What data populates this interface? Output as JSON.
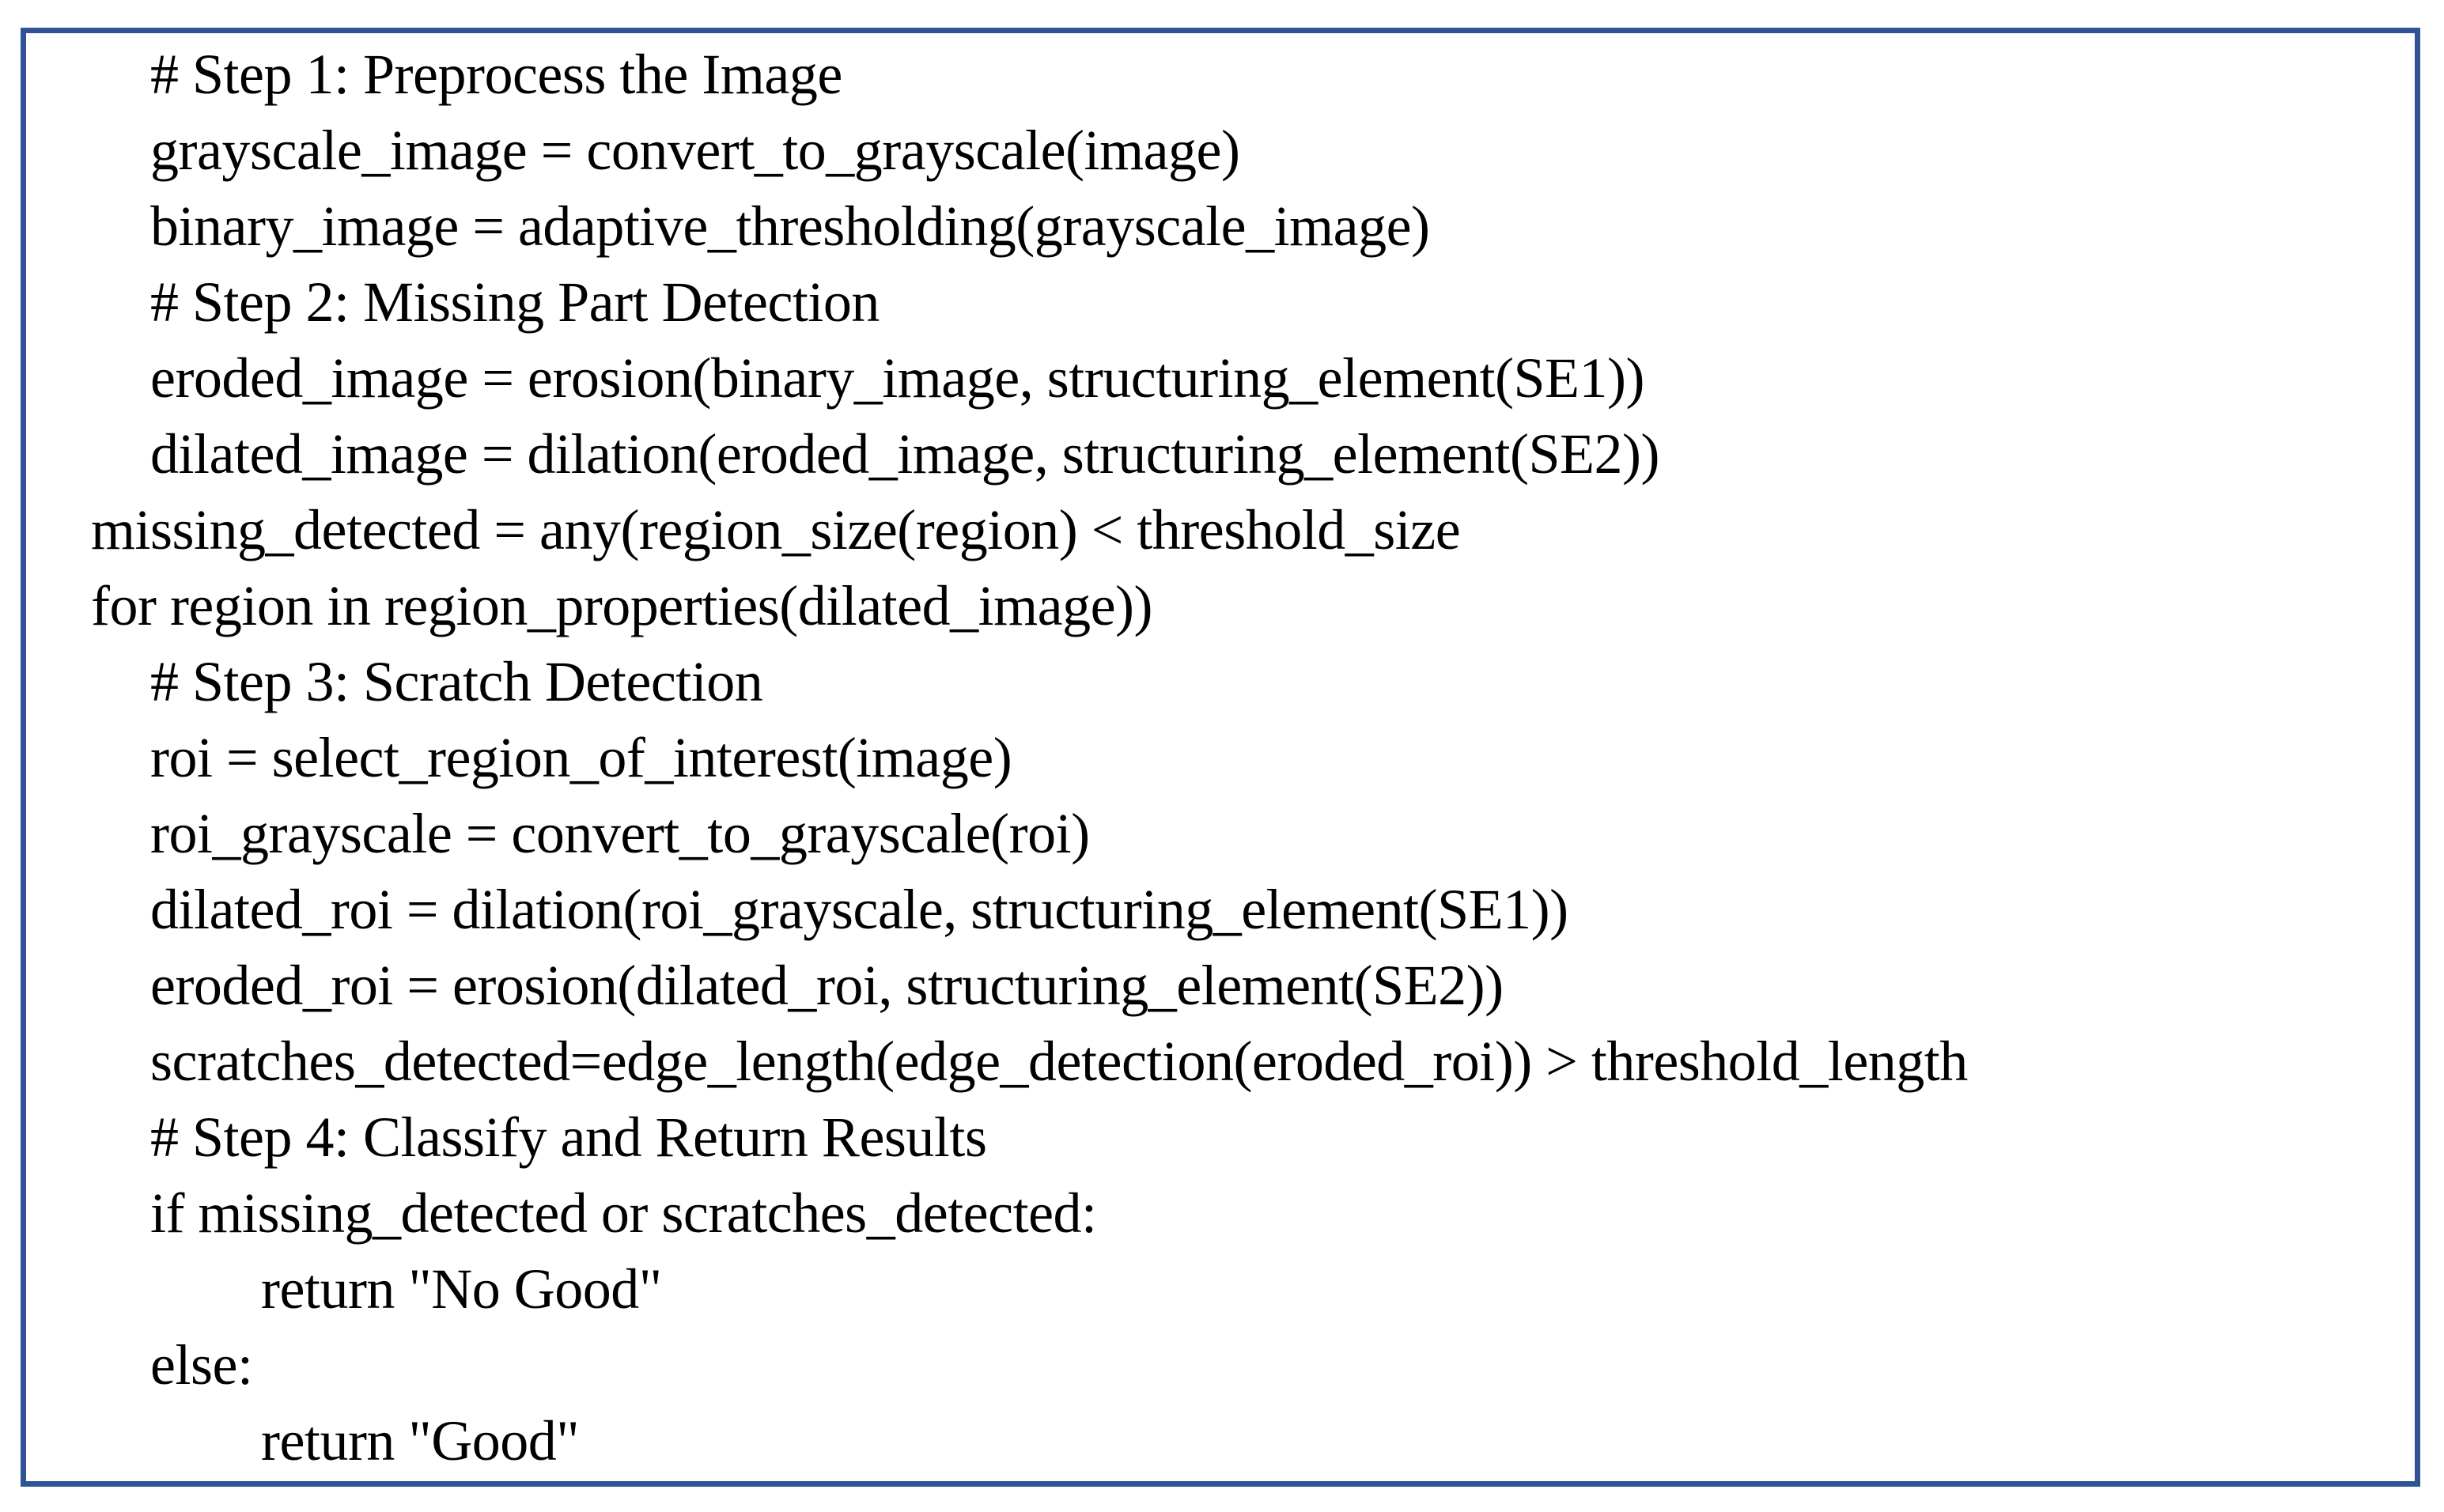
{
  "document": {
    "kind": "pseudocode-listing",
    "accent_border_color": "#2f5496",
    "text_color": "#000000",
    "background_color": "#ffffff",
    "code": {
      "lines": [
        {
          "indent": 1,
          "text": "# Step 1: Preprocess the Image"
        },
        {
          "indent": 1,
          "text": "grayscale_image = convert_to_grayscale(image)"
        },
        {
          "indent": 1,
          "text": "binary_image = adaptive_thresholding(grayscale_image)"
        },
        {
          "indent": 1,
          "text": "# Step 2: Missing Part Detection"
        },
        {
          "indent": 1,
          "text": "eroded_image = erosion(binary_image, structuring_element(SE1))"
        },
        {
          "indent": 1,
          "text": "dilated_image = dilation(eroded_image, structuring_element(SE2))"
        },
        {
          "indent": 0,
          "text": "missing_detected = any(region_size(region) < threshold_size"
        },
        {
          "indent": 0,
          "text": "for region in region_properties(dilated_image))"
        },
        {
          "indent": 1,
          "text": "# Step 3: Scratch Detection"
        },
        {
          "indent": 1,
          "text": "roi = select_region_of_interest(image)"
        },
        {
          "indent": 1,
          "text": "roi_grayscale = convert_to_grayscale(roi)"
        },
        {
          "indent": 1,
          "text": "dilated_roi = dilation(roi_grayscale, structuring_element(SE1))"
        },
        {
          "indent": 1,
          "text": "eroded_roi = erosion(dilated_roi, structuring_element(SE2))"
        },
        {
          "indent": 1,
          "text": "scratches_detected=edge_length(edge_detection(eroded_roi)) > threshold_length"
        },
        {
          "indent": 1,
          "text": "# Step 4: Classify and Return Results"
        },
        {
          "indent": 1,
          "text": "if missing_detected or scratches_detected:"
        },
        {
          "indent": 2,
          "text": "return \"No Good\""
        },
        {
          "indent": 1,
          "text": "else:"
        },
        {
          "indent": 2,
          "text": "return \"Good\""
        }
      ]
    }
  }
}
